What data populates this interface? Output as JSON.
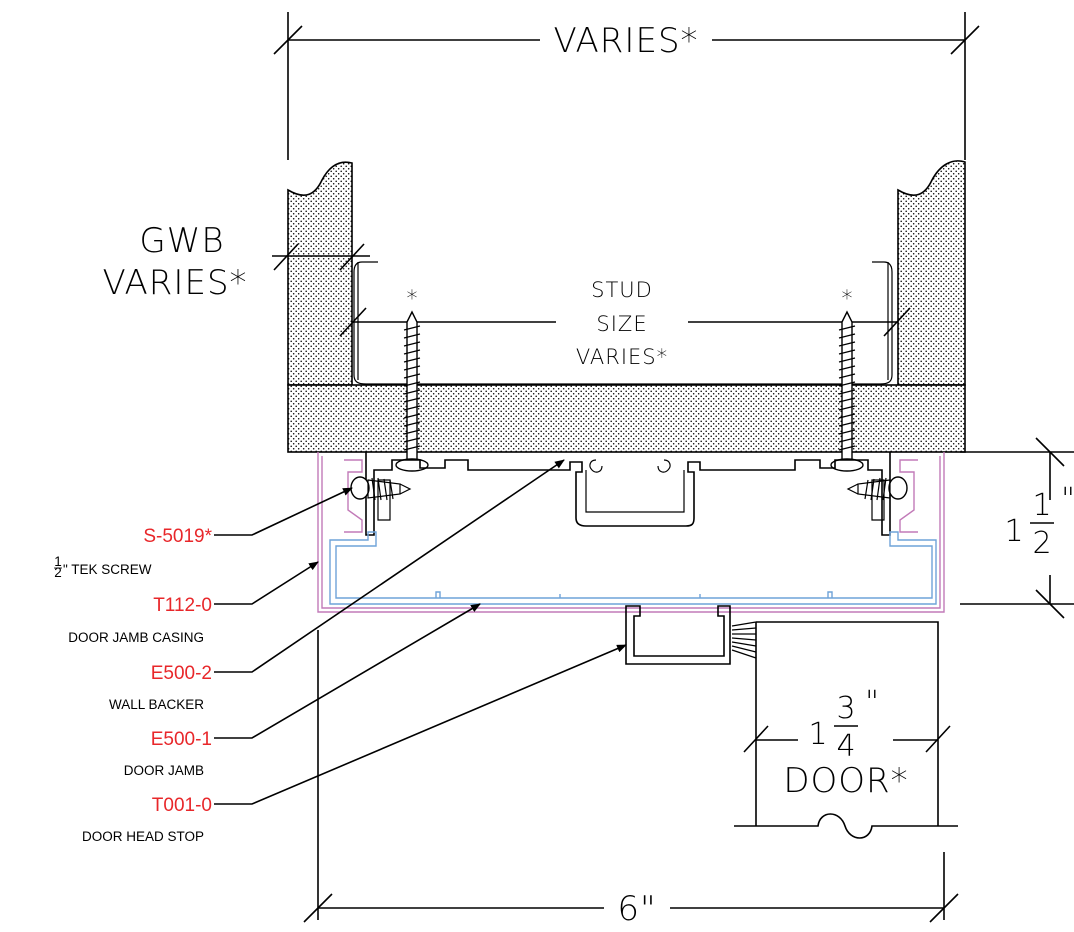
{
  "dimensions": {
    "overall_width": "VARIES*",
    "gwb_label_line1": "GWB",
    "gwb_label_line2": "VARIES*",
    "stud_line1": "STUD",
    "stud_line2": "SIZE",
    "stud_line3": "VARIES*",
    "screw_mark": "*",
    "height_whole": "1",
    "height_num": "1",
    "height_den": "2",
    "height_unit": "\"",
    "door_whole": "1",
    "door_num": "3",
    "door_den": "4",
    "door_unit": "\"",
    "door_label": "DOOR*",
    "bottom_width": "6\""
  },
  "callouts": [
    {
      "part": "S-5019*",
      "desc_frac_num": "1",
      "desc_frac_den": "2",
      "desc": "\" TEK SCREW"
    },
    {
      "part": "T112-0",
      "desc": "DOOR JAMB CASING"
    },
    {
      "part": "E500-2",
      "desc": "WALL BACKER"
    },
    {
      "part": "E500-1",
      "desc": "DOOR JAMB"
    },
    {
      "part": "T001-0",
      "desc": "DOOR HEAD STOP"
    }
  ],
  "colors": {
    "part_label": "#e8272a",
    "jamb_outline": "#6fa3d8",
    "casing_outline": "#c27ab8"
  }
}
